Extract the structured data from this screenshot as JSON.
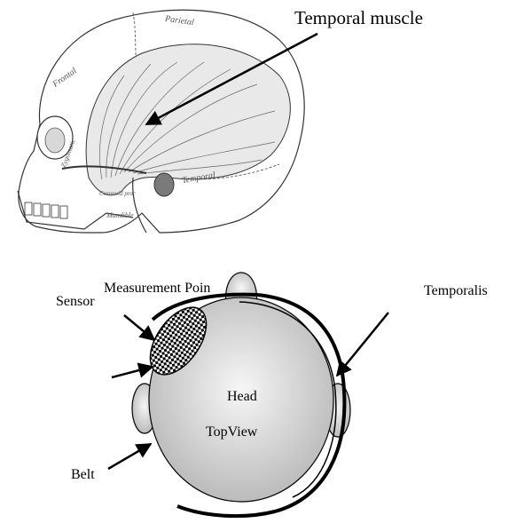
{
  "skull_figure": {
    "callout": "Temporal muscle",
    "bone_labels": {
      "frontal": "Frontal",
      "parietal": "Parietal",
      "temporal": "Temporal",
      "zygomatic": "Zygomatic",
      "mandible": "Mandible",
      "coronoid": "Coronoid proc"
    }
  },
  "head_diagram": {
    "labels": {
      "measurement_point": "Measurement Poin",
      "sensor": "Sensor",
      "temporalis": "Temporalis",
      "head": "Head",
      "top_view": "TopView",
      "belt": "Belt"
    }
  },
  "colors": {
    "ink": "#000000",
    "muscle": "#e9e9e9",
    "bone": "#ffffff",
    "head_center": "#f6f6f6",
    "head_edge": "#b6b6b6"
  }
}
